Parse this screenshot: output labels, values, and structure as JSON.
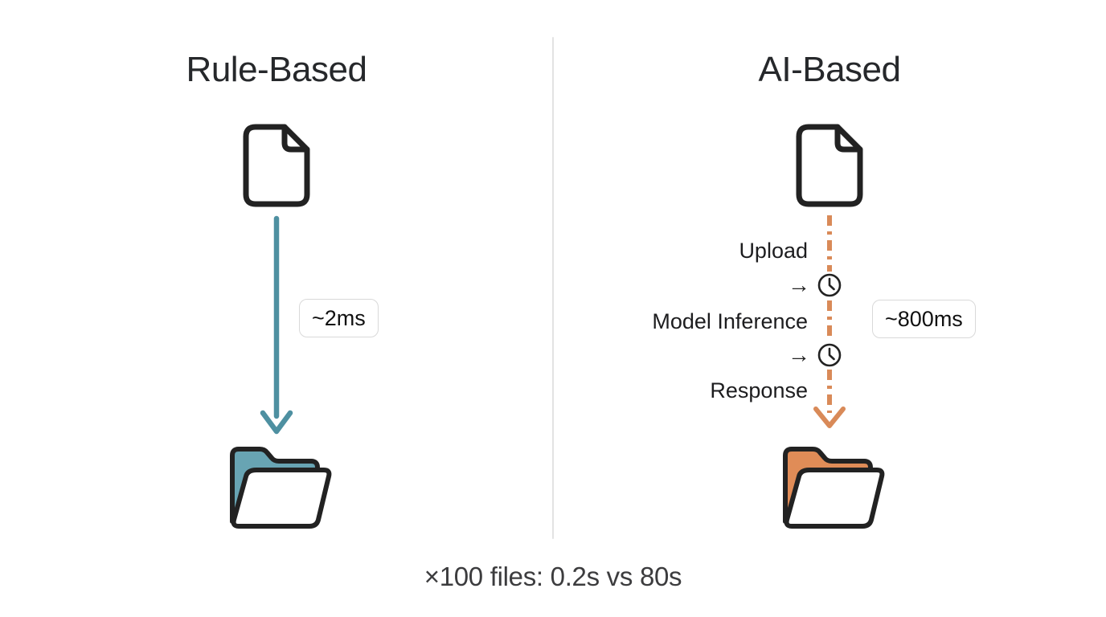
{
  "colors": {
    "teal": "#4e90a1",
    "teal_fill": "#68a4b3",
    "orange": "#d98a58",
    "orange_fill": "#e08c57",
    "ink": "#222222",
    "text": "#1d1d1f",
    "title": "#26282b",
    "divider": "#e3e3e3",
    "badge_border": "#d9d9d9",
    "footer_text": "#3c3c3e"
  },
  "left_panel": {
    "title": "Rule-Based",
    "duration_badge": "~2ms",
    "file_icon": "file-icon",
    "folder_icon": "folder-icon"
  },
  "right_panel": {
    "title": "AI-Based",
    "duration_badge": "~800ms",
    "steps": [
      "Upload",
      "Model Inference",
      "Response"
    ],
    "arrow_glyph": "→",
    "clock_icon": "clock-icon",
    "file_icon": "file-icon",
    "folder_icon": "folder-icon"
  },
  "footer": {
    "summary": "×100 files: 0.2s vs 80s"
  }
}
